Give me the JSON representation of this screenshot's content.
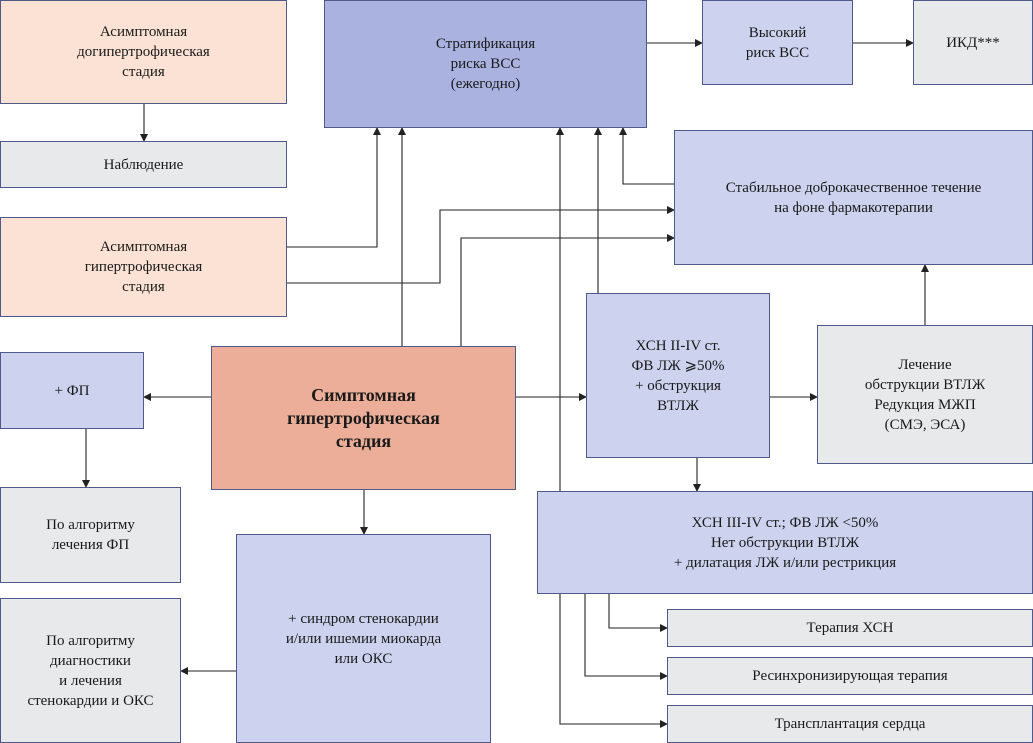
{
  "boxes": {
    "asymptomatic_prehypertrophic": "Асимптомная\nдогипертрофическая\nстадия",
    "observation": "Наблюдение",
    "asymptomatic_hypertrophic": "Асимптомная\nгипертрофическая\nстадия",
    "risk_stratification": "Стратификация\nриска ВСС\n(ежегодно)",
    "high_risk": "Высокий\nриск ВСС",
    "icd": "ИКД***",
    "stable_course": "Стабильное доброкачественное течение\nна фоне фармакотерапии",
    "af": "+ ФП",
    "symptomatic_hypertrophic": "Симптомная\nгипертрофическая\nстадия",
    "hf_preserved": "ХСН II-IV ст.\nФВ ЛЖ ⩾50%\n+ обструкция\nВТЛЖ",
    "obstruction_treatment": "Лечение\nобструкции ВТЛЖ\nРедукция МЖП\n(СМЭ, ЭСА)",
    "af_algorithm": "По алгоритму\nлечения ФП",
    "hf_reduced": "ХСН III-IV ст.; ФВ ЛЖ <50%\nНет обструкции ВТЛЖ\n+ дилатация ЛЖ и/или рестрикция",
    "angina": "+ синдром стенокардии\nи/или ишемии миокарда\nили ОКС",
    "angina_algorithm": "По алгоритму\nдиагностики\nи лечения\nстенокардии и ОКС",
    "hf_therapy": "Терапия ХСН",
    "resync_therapy": "Ресинхронизирующая терапия",
    "heart_transplant": "Трансплантация сердца"
  }
}
